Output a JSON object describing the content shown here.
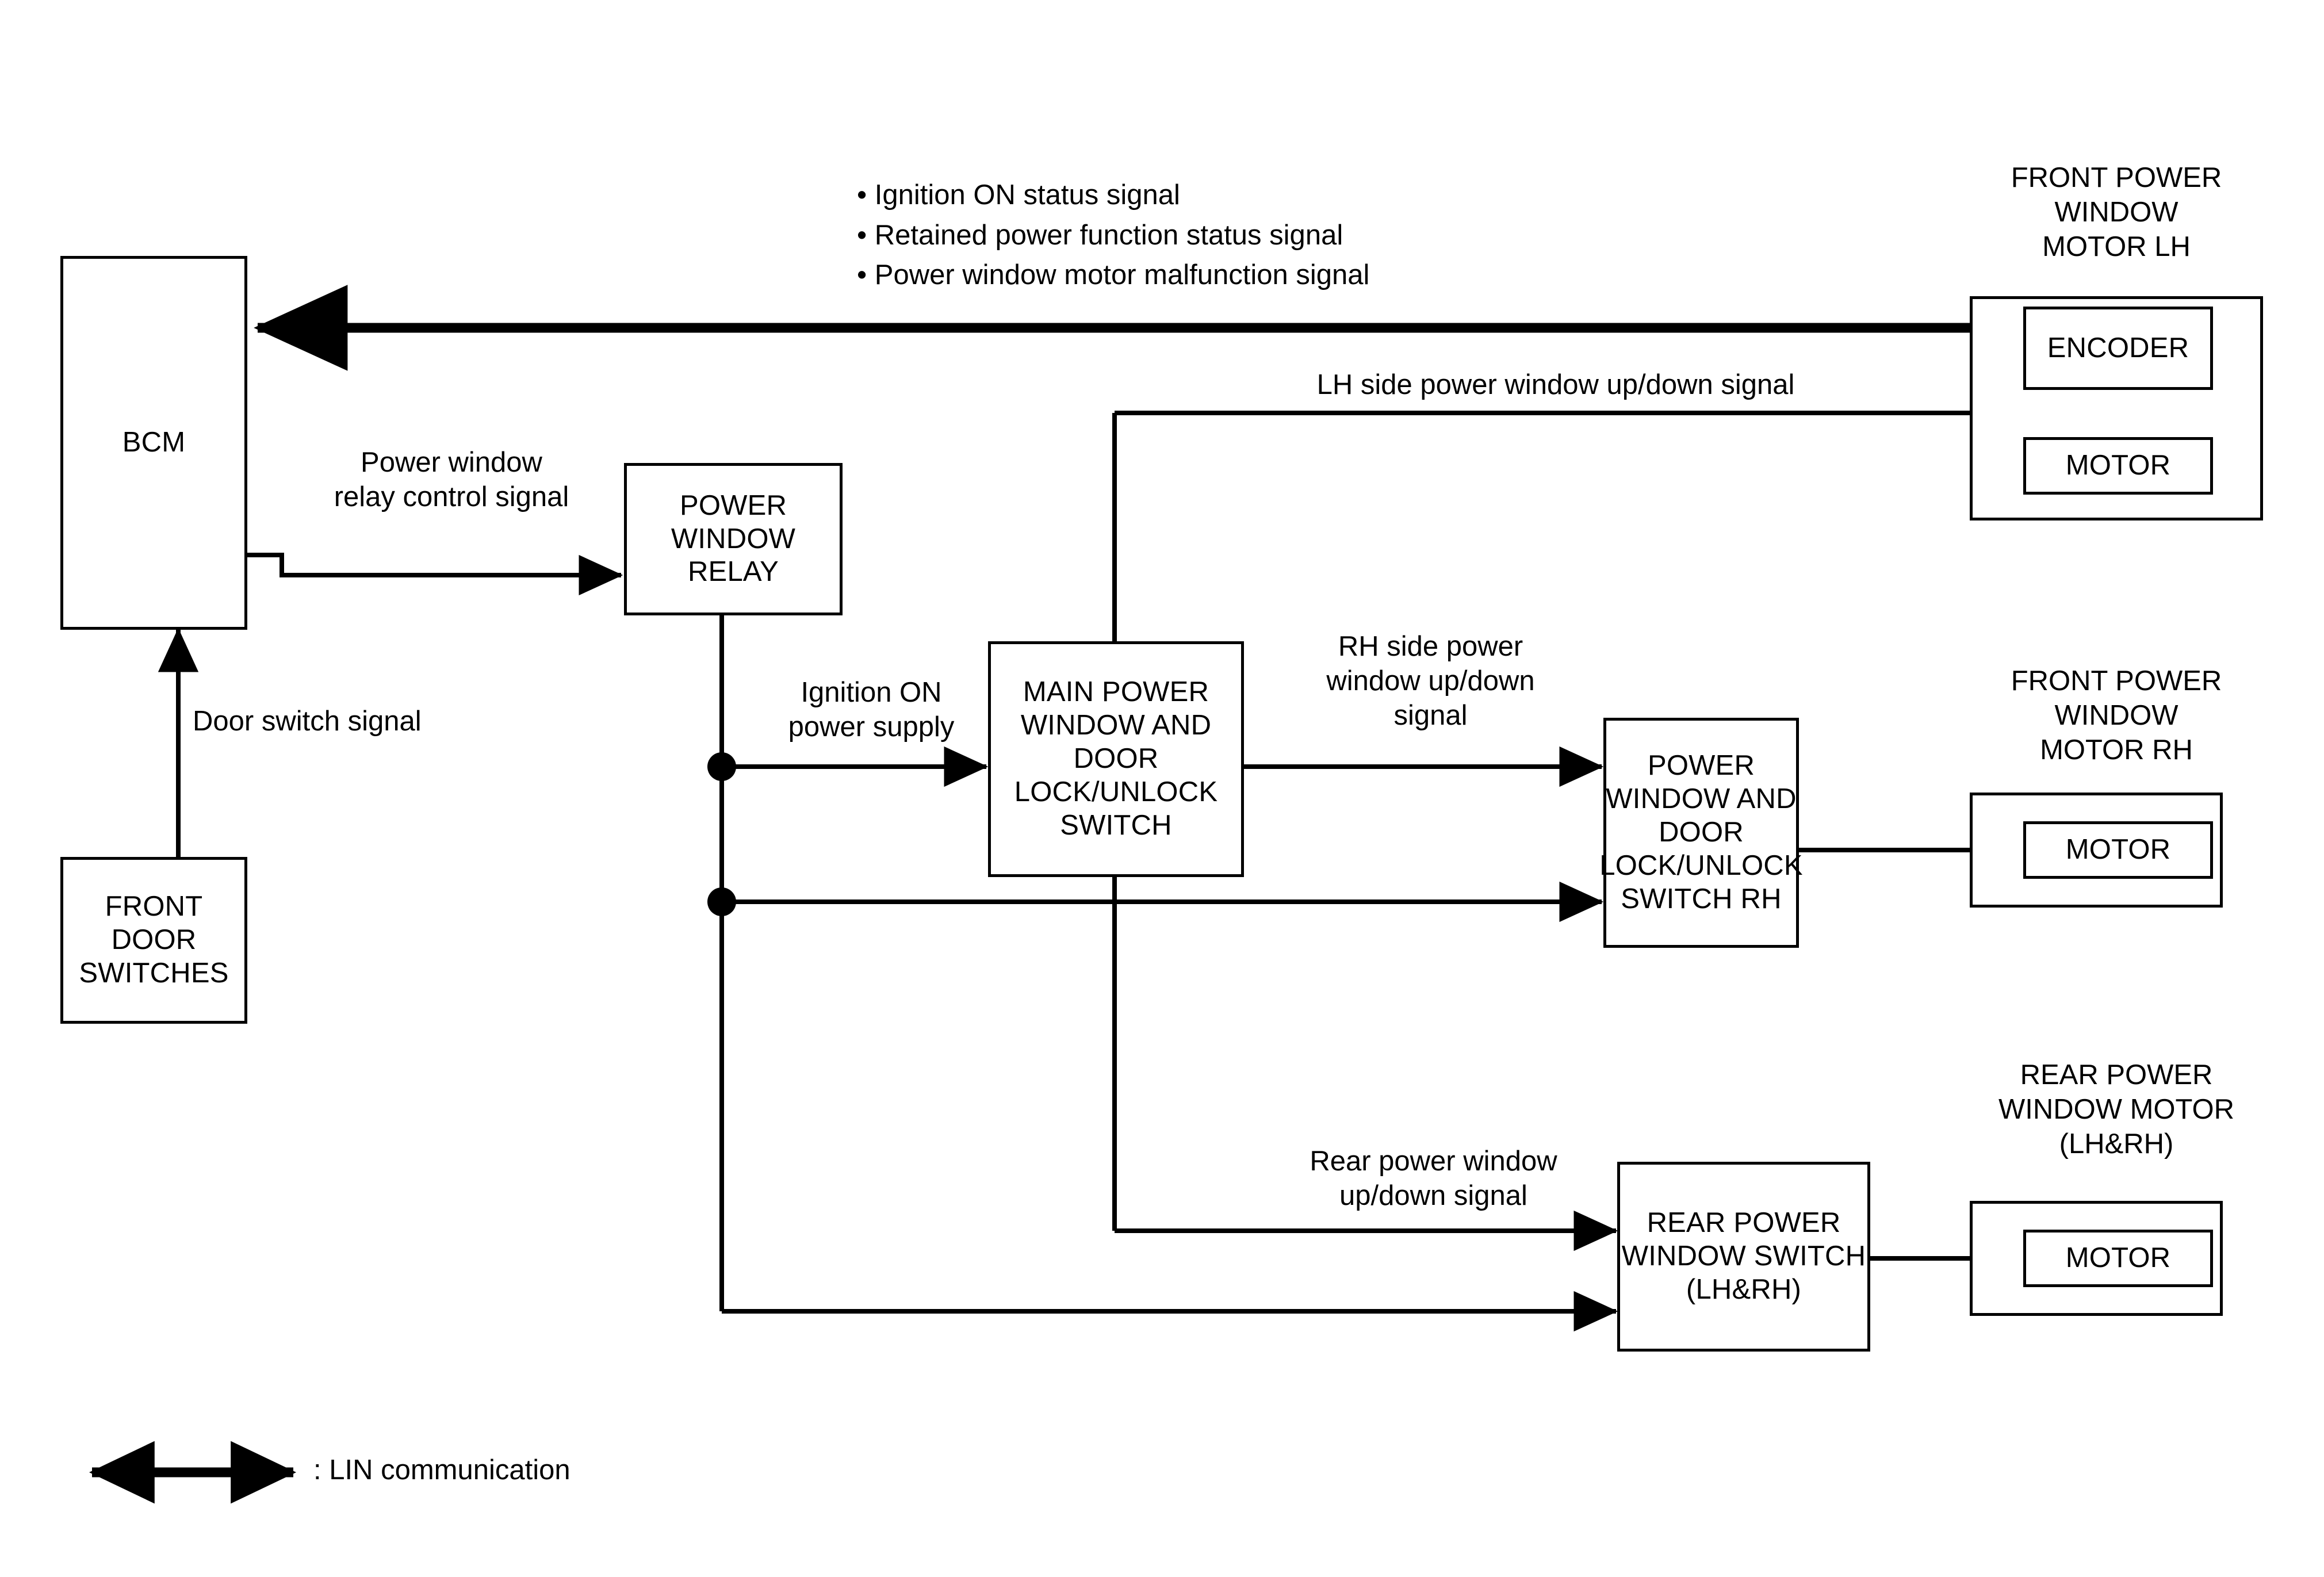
{
  "diagram": {
    "title": "Power window system block diagram",
    "stroke_color": "#000000",
    "background_color": "#ffffff"
  },
  "bcm": {
    "label": "BCM"
  },
  "front_door_switches": {
    "label": "FRONT\nDOOR\nSWITCHES"
  },
  "power_window_relay": {
    "label": "POWER\nWINDOW\nRELAY"
  },
  "main_switch": {
    "label": "MAIN POWER\nWINDOW AND\nDOOR\nLOCK/UNLOCK\nSWITCH"
  },
  "rh_switch": {
    "label": "POWER\nWINDOW AND\nDOOR\nLOCK/UNLOCK\nSWITCH RH"
  },
  "rear_switch": {
    "label": "REAR POWER\nWINDOW\nSWITCH\n(LH&RH)"
  },
  "front_motor_lh": {
    "title": "FRONT POWER\nWINDOW\nMOTOR LH",
    "encoder_label": "ENCODER",
    "motor_label": "MOTOR"
  },
  "front_motor_rh": {
    "title": "FRONT POWER\nWINDOW\nMOTOR RH",
    "motor_label": "MOTOR"
  },
  "rear_motor": {
    "title": "REAR POWER\nWINDOW MOTOR\n(LH&RH)",
    "motor_label": "MOTOR"
  },
  "signals": {
    "lin_bullets": "• Ignition ON status signal\n• Retained power function status signal\n• Power window motor malfunction signal",
    "relay_control": "Power window\nrelay control signal",
    "door_switch": "Door switch signal",
    "ignition_on_power": "Ignition ON\npower supply",
    "lh_updown": "LH side power window up/down signal",
    "rh_updown": "RH side power\nwindow up/down\nsignal",
    "rear_updown": "Rear power window\nup/down signal"
  },
  "legend": {
    "label": ": LIN communication"
  }
}
